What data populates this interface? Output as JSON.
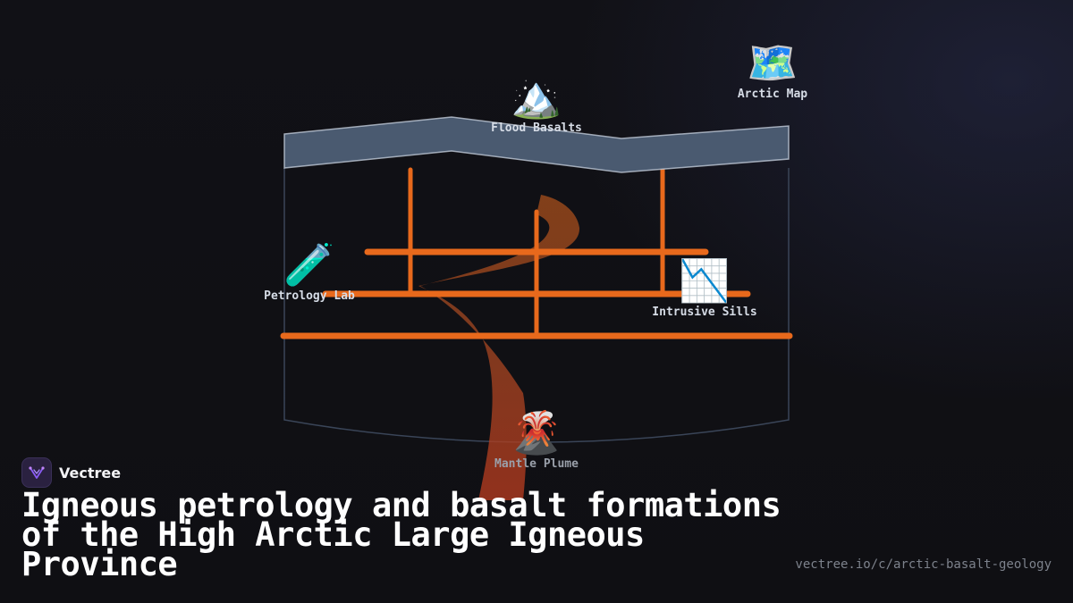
{
  "diagram": {
    "nodes": {
      "flood_basalts": {
        "icon": "mountain-icon",
        "glyph": "🏔️",
        "label": "Flood Basalts"
      },
      "arctic_map": {
        "icon": "world-map-icon",
        "glyph": "🗺️",
        "label": "Arctic Map"
      },
      "petrology_lab": {
        "icon": "test-tube-icon",
        "glyph": "🧪",
        "label": "Petrology Lab"
      },
      "intrusive_sills": {
        "icon": "chart-decreasing-icon",
        "glyph": "📉",
        "label": "Intrusive Sills"
      },
      "mantle_plume": {
        "icon": "volcano-icon",
        "glyph": "🌋",
        "label": "Mantle Plume"
      }
    },
    "colors": {
      "sill": "#e8691c",
      "plume": "#b5401f",
      "cap": "#5a6b82",
      "outline": "#3a4558"
    }
  },
  "brand": {
    "name": "Vectree",
    "logo_icon": "vectree-logo-icon"
  },
  "title": "Igneous petrology and basalt formations of the High Arctic Large Igneous Province",
  "url": "vectree.io/c/arctic-basalt-geology"
}
